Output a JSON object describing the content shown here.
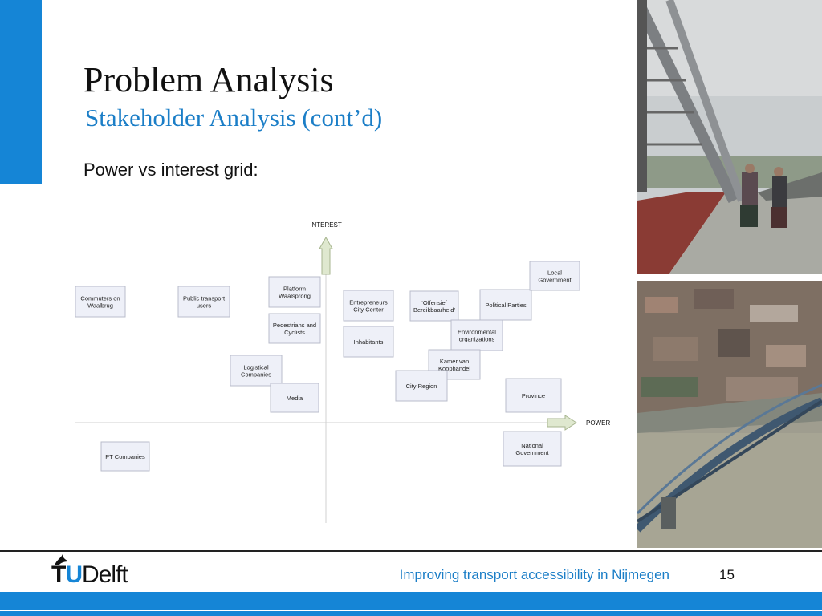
{
  "slide": {
    "title": "Problem Analysis",
    "subtitle": "Stakeholder Analysis (cont’d)",
    "intro": "Power vs interest grid:"
  },
  "grid": {
    "y_axis_label": "INTEREST",
    "x_axis_label": "POWER",
    "stakeholders": [
      {
        "lines": [
          "Commuters on",
          "Waalbrug"
        ]
      },
      {
        "lines": [
          "Public transport",
          "users"
        ]
      },
      {
        "lines": [
          "Platform",
          "Waalsprong"
        ]
      },
      {
        "lines": [
          "Pedestrians and",
          "Cyclists"
        ]
      },
      {
        "lines": [
          "Logistical",
          "Companies"
        ]
      },
      {
        "lines": [
          "Media"
        ]
      },
      {
        "lines": [
          "Entrepreneurs",
          "City Center"
        ]
      },
      {
        "lines": [
          "Inhabitants"
        ]
      },
      {
        "lines": [
          "‘Offensief",
          "Bereikbaarheid’"
        ]
      },
      {
        "lines": [
          "Political Parties"
        ]
      },
      {
        "lines": [
          "Local",
          "Government"
        ]
      },
      {
        "lines": [
          "Environmental",
          "organizations"
        ]
      },
      {
        "lines": [
          "Kamer van",
          "Koophandel"
        ]
      },
      {
        "lines": [
          "City Region"
        ]
      },
      {
        "lines": [
          "Province"
        ]
      },
      {
        "lines": [
          "National",
          "Government"
        ]
      },
      {
        "lines": [
          "PT Companies"
        ]
      }
    ]
  },
  "footer": {
    "logo": {
      "t": "T",
      "u": "U",
      "rest": "Delft"
    },
    "caption": "Improving transport accessibility in Nijmegen",
    "page_number": "15"
  },
  "colors": {
    "accent": "#1585d6",
    "subtitle": "#1b7ec7",
    "box_fill": "#eef0f8",
    "box_border": "#b9bccb",
    "arrow": "#dfe8cf"
  },
  "icons": [
    "flame-icon"
  ]
}
